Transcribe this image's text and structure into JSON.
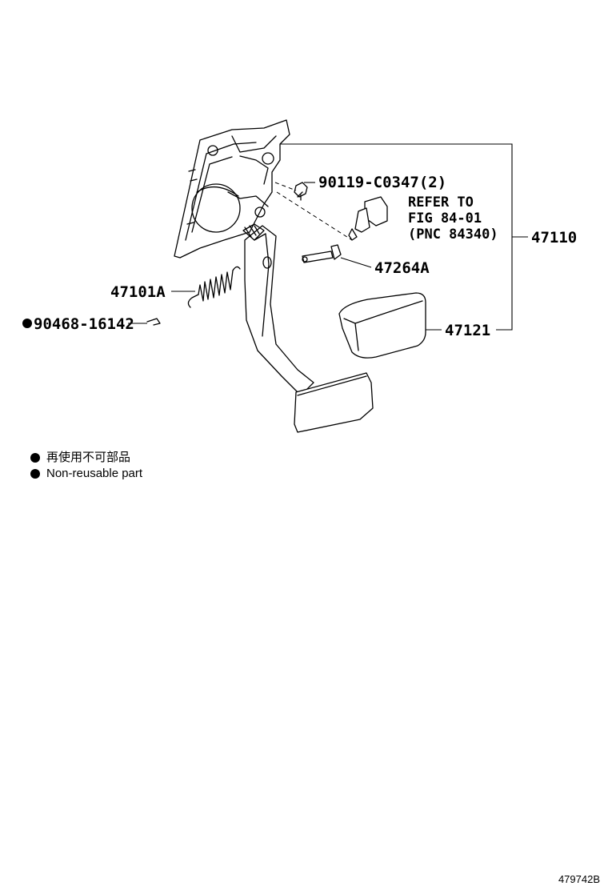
{
  "labels": {
    "bolt": "90119-C0347(2)",
    "refer_line1": "REFER TO",
    "refer_line2": "FIG 84-01",
    "refer_line3": "(PNC 84340)",
    "assembly": "47110",
    "pin": "47264A",
    "spring": "47101A",
    "clip": "90468-16142",
    "pad": "47121"
  },
  "legend": {
    "line_ja": "再使用不可部品",
    "line_en": "Non-reusable part"
  },
  "diagram_code": "479742B"
}
